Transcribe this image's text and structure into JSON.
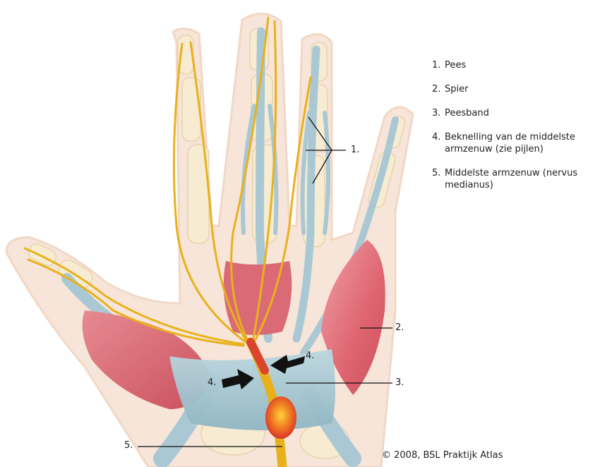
{
  "legend": [
    {
      "num": "1.",
      "text": "Pees"
    },
    {
      "num": "2.",
      "text": "Spier"
    },
    {
      "num": "3.",
      "text": "Peesband"
    },
    {
      "num": "4.",
      "text": "Beknelling van de middelste armzenuw (zie pijlen)"
    },
    {
      "num": "5.",
      "text": "Middelste armzenuw (nervus medianus)"
    }
  ],
  "callouts": {
    "tendon": "1.",
    "muscle": "2.",
    "ligament": "3.",
    "compression_right": "4.",
    "compression_left": "4.",
    "nerve": "5."
  },
  "copyright": "© 2008, BSL Praktijk Atlas",
  "colors": {
    "skin_outline": "#f4dfcf",
    "bone": "#f7ecd2",
    "tendon": "#a9c8d3",
    "muscle": "#e2707a",
    "nerve": "#e8b11c",
    "compression": "#e63a25",
    "arrow": "#111111"
  }
}
